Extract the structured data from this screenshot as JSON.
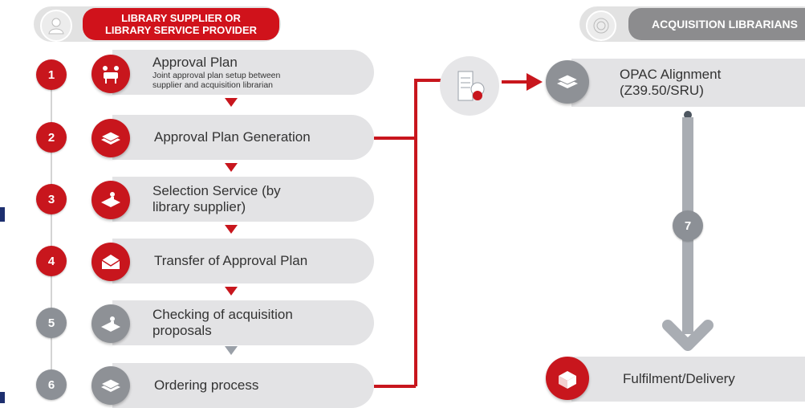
{
  "header_left": {
    "label_line1": "LIBRARY SUPPLIER OR",
    "label_line2": "LIBRARY SERVICE PROVIDER",
    "icon": "person-icon"
  },
  "header_right": {
    "label": "ACQUISITION LIBRARIANS",
    "icon": "library-seal-icon"
  },
  "steps": [
    {
      "number": "1",
      "title": "Approval Plan",
      "subtitle_line1": "Joint approval plan setup between",
      "subtitle_line2": "supplier and acquisition librarian",
      "icon": "meeting-people-icon"
    },
    {
      "number": "2",
      "title": "Approval Plan Generation",
      "icon": "document-stack-icon"
    },
    {
      "number": "3",
      "title_line1": "Selection Service (by",
      "title_line2": "library supplier)",
      "icon": "person-reading-books-icon"
    },
    {
      "number": "4",
      "title": "Transfer of Approval Plan",
      "icon": "envelope-icon"
    },
    {
      "number": "5",
      "title_line1": "Checking of acquisition",
      "title_line2": "proposals",
      "icon": "person-checking-books-icon"
    },
    {
      "number": "6",
      "title": "Ordering process",
      "icon": "document-stack-icon"
    }
  ],
  "right_steps": {
    "opac": {
      "title_line1": "OPAC Alignment",
      "title_line2": "(Z39.50/SRU)",
      "icon": "book-stack-icon"
    },
    "step7_number": "7",
    "fulfilment": {
      "title": "Fulfilment/Delivery",
      "icon": "delivery-boxes-icon"
    }
  },
  "server_icon": "server-globe-icon",
  "colors": {
    "red": "#c8161d",
    "gray": "#8c9096",
    "pill": "#e3e3e5",
    "navy": "#1d2f6f"
  }
}
